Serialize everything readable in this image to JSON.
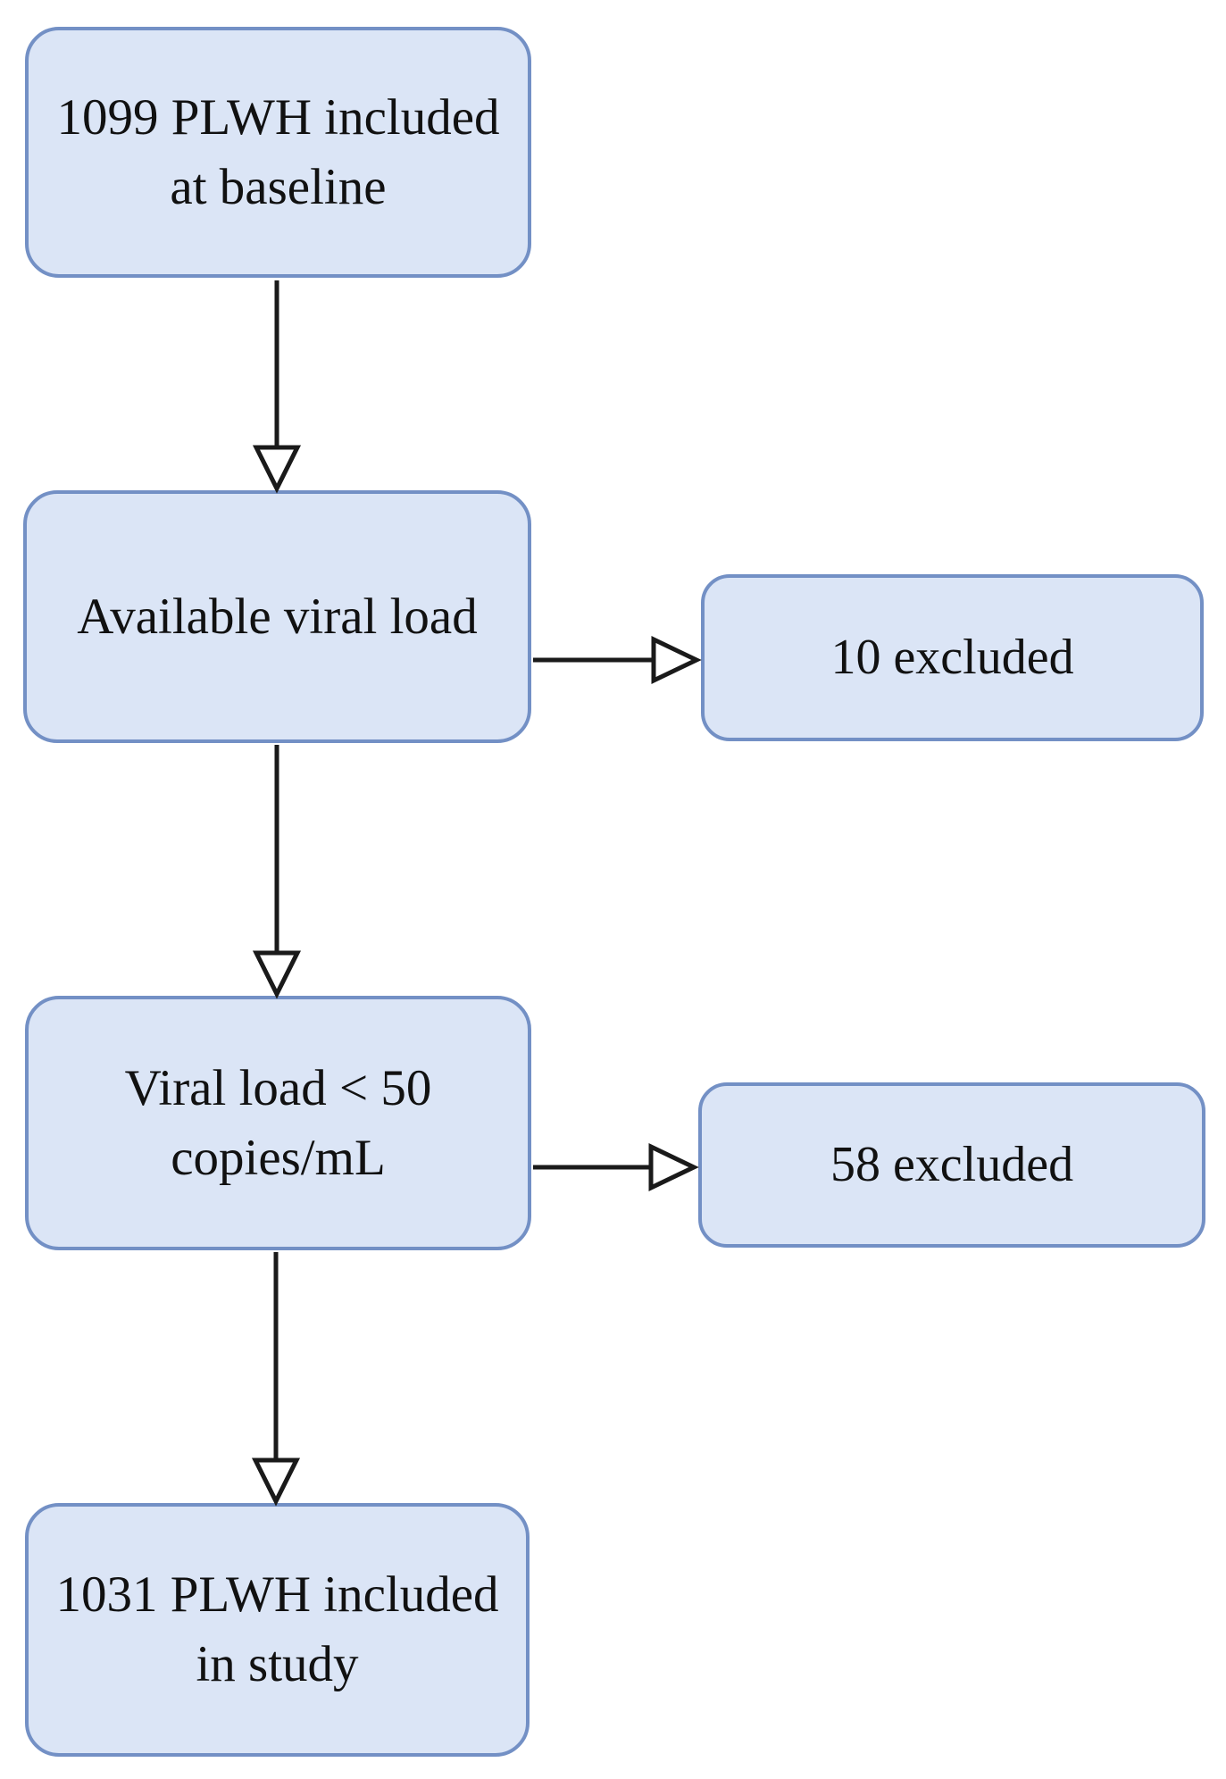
{
  "colors": {
    "background": "#ffffff",
    "box_fill": "#dbe5f6",
    "box_border": "#7390c5",
    "arrow": "#1a1a1a",
    "arrowhead_fill": "#ffffff",
    "text": "#111111"
  },
  "flow": {
    "main_nodes": [
      {
        "id": "baseline",
        "label_lines": [
          "1099 PLWH included",
          "at baseline"
        ]
      },
      {
        "id": "available",
        "label_lines": [
          "Available viral load"
        ]
      },
      {
        "id": "viral-lt50",
        "label_lines": [
          "Viral load < 50",
          "copies/mL"
        ]
      },
      {
        "id": "included",
        "label_lines": [
          "1031 PLWH included",
          "in study"
        ]
      }
    ],
    "exclusion_nodes": [
      {
        "id": "excluded-10",
        "label": "10 excluded"
      },
      {
        "id": "excluded-58",
        "label": "58 excluded"
      }
    ],
    "edges": [
      {
        "from": "baseline",
        "to": "available",
        "direction": "down"
      },
      {
        "from": "available",
        "to": "excluded-10",
        "direction": "right"
      },
      {
        "from": "available",
        "to": "viral-lt50",
        "direction": "down"
      },
      {
        "from": "viral-lt50",
        "to": "excluded-58",
        "direction": "right"
      },
      {
        "from": "viral-lt50",
        "to": "included",
        "direction": "down"
      }
    ]
  }
}
